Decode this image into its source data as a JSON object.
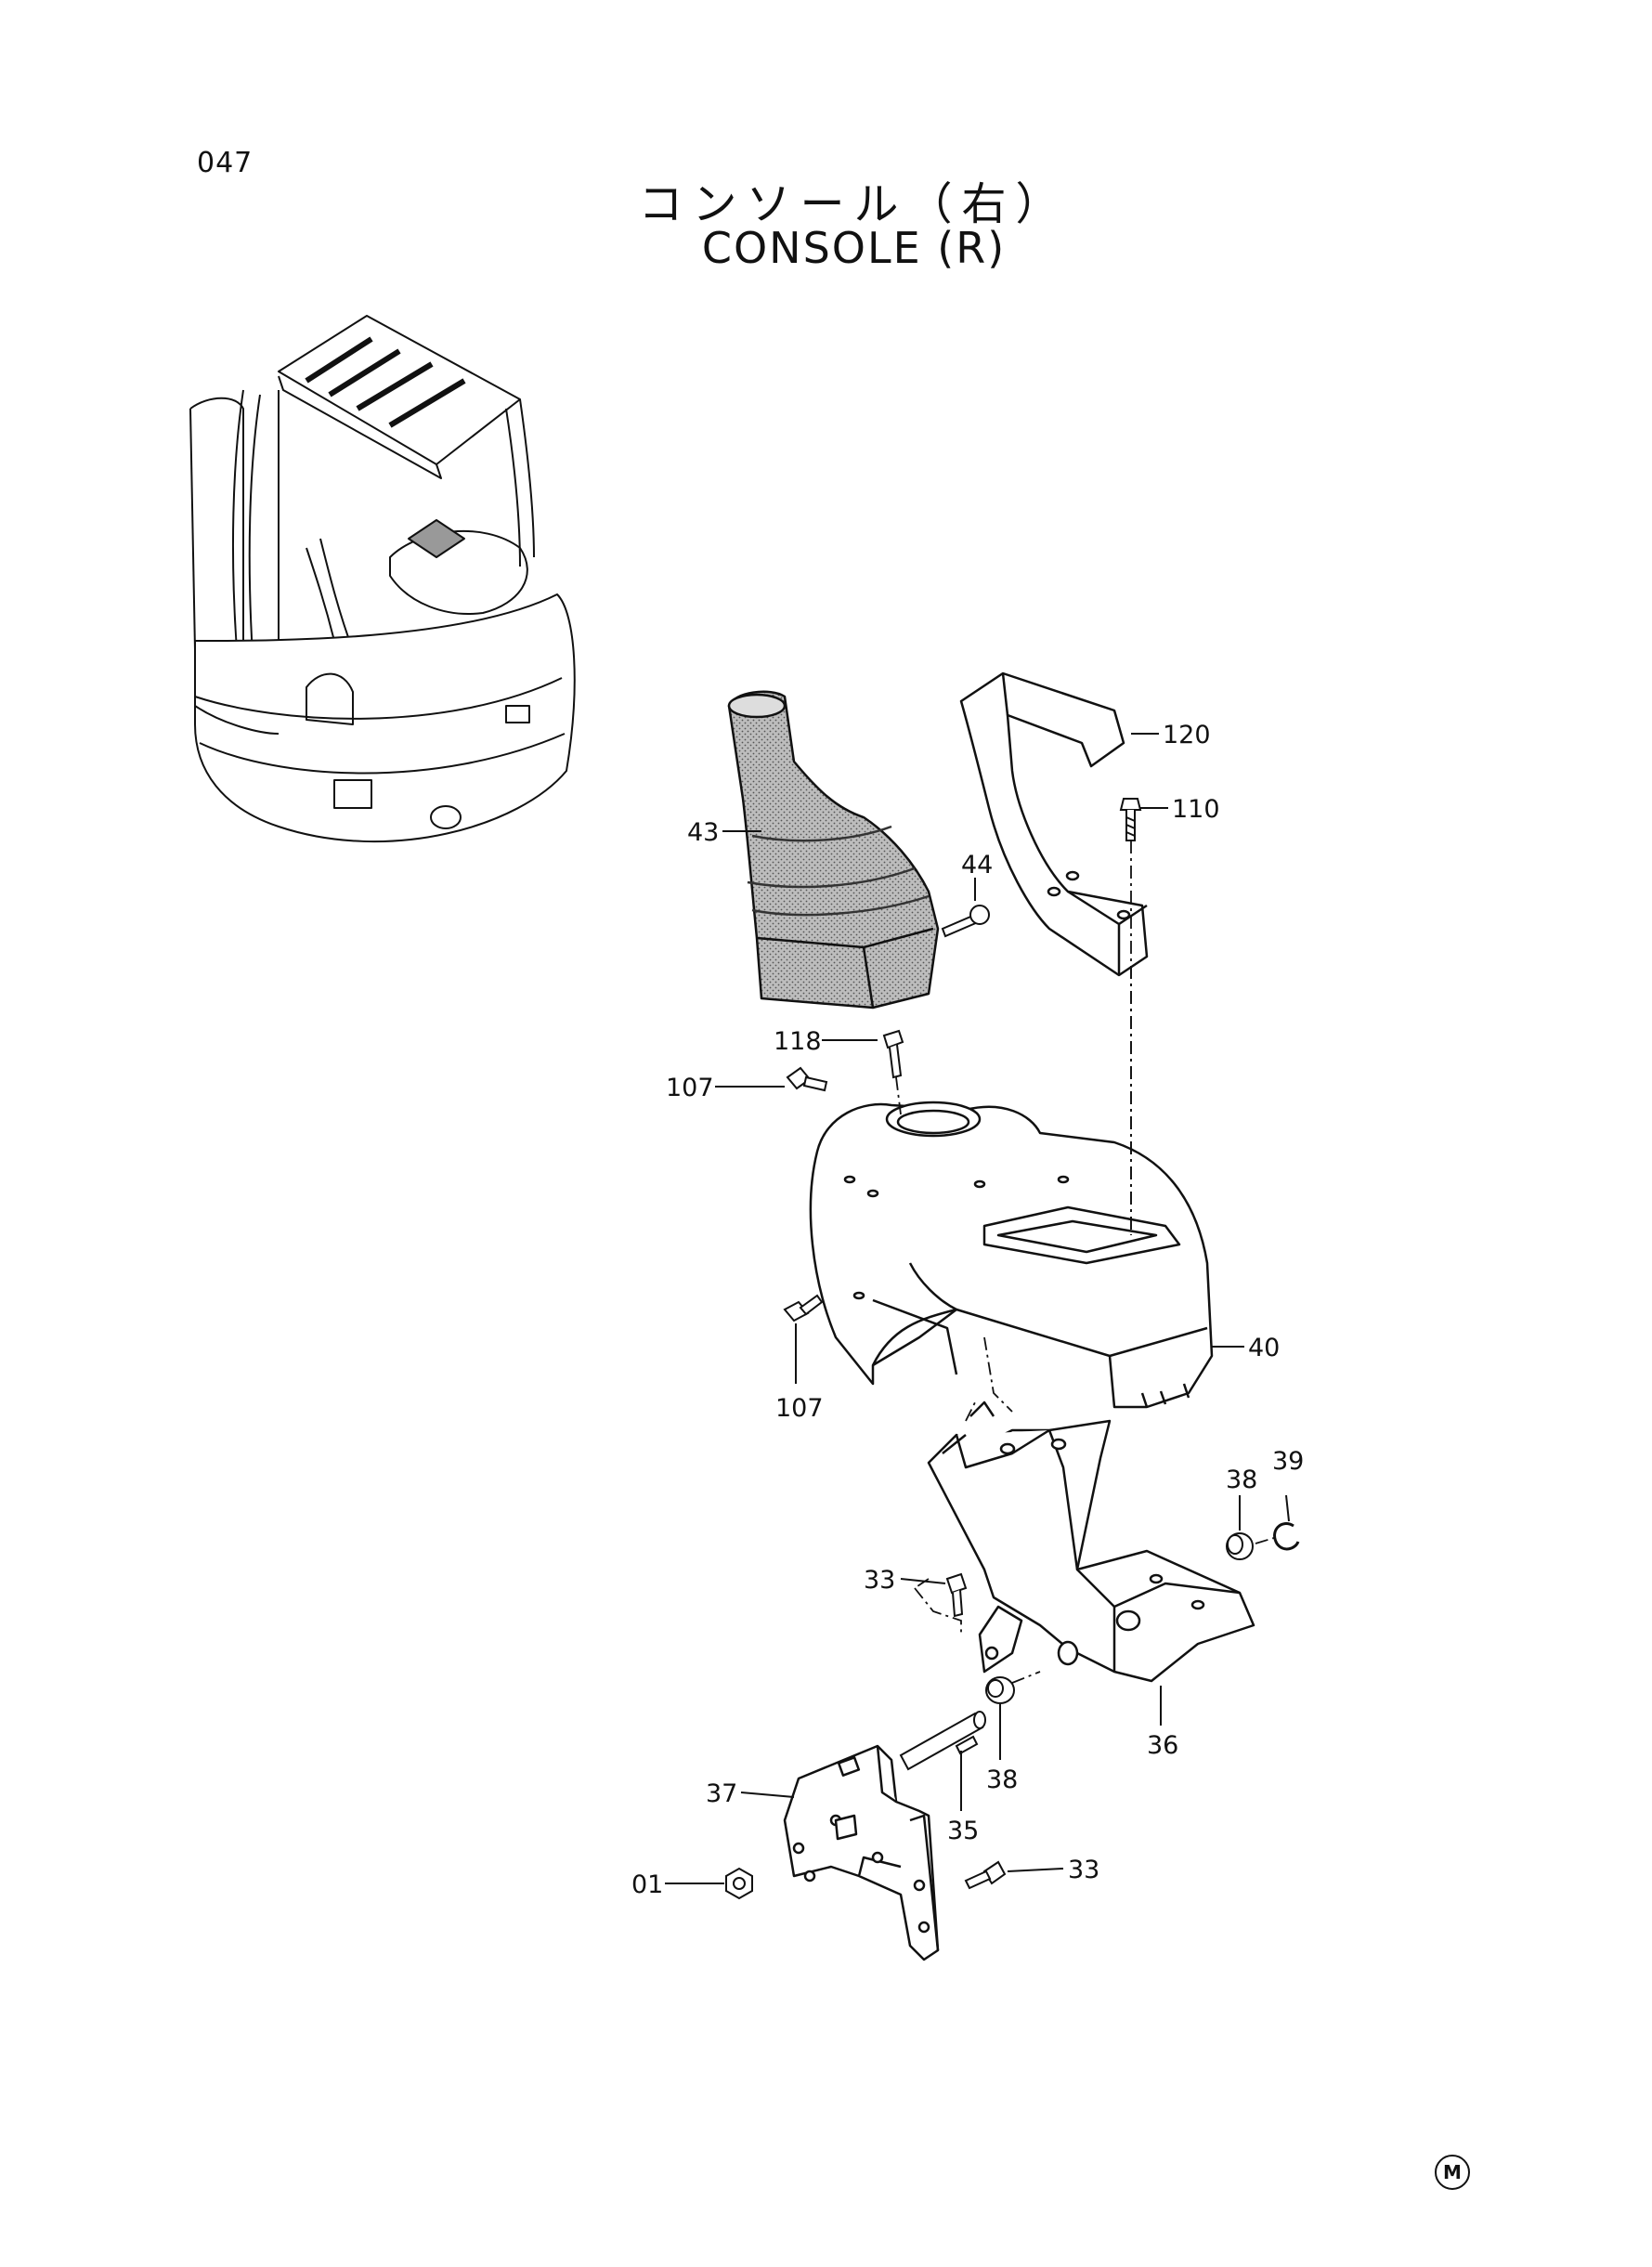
{
  "page": {
    "page_number": "047",
    "title_jp": "コンソール（右）",
    "title_en": "CONSOLE (R)",
    "mark": "M"
  },
  "callouts": {
    "c120": "120",
    "c110": "110",
    "c43": "43",
    "c44": "44",
    "c118": "118",
    "c107a": "107",
    "c107b": "107",
    "c40": "40",
    "c38a": "38",
    "c39": "39",
    "c33a": "33",
    "c36": "36",
    "c38b": "38",
    "c37": "37",
    "c35": "35",
    "c33b": "33",
    "c01": "01"
  }
}
